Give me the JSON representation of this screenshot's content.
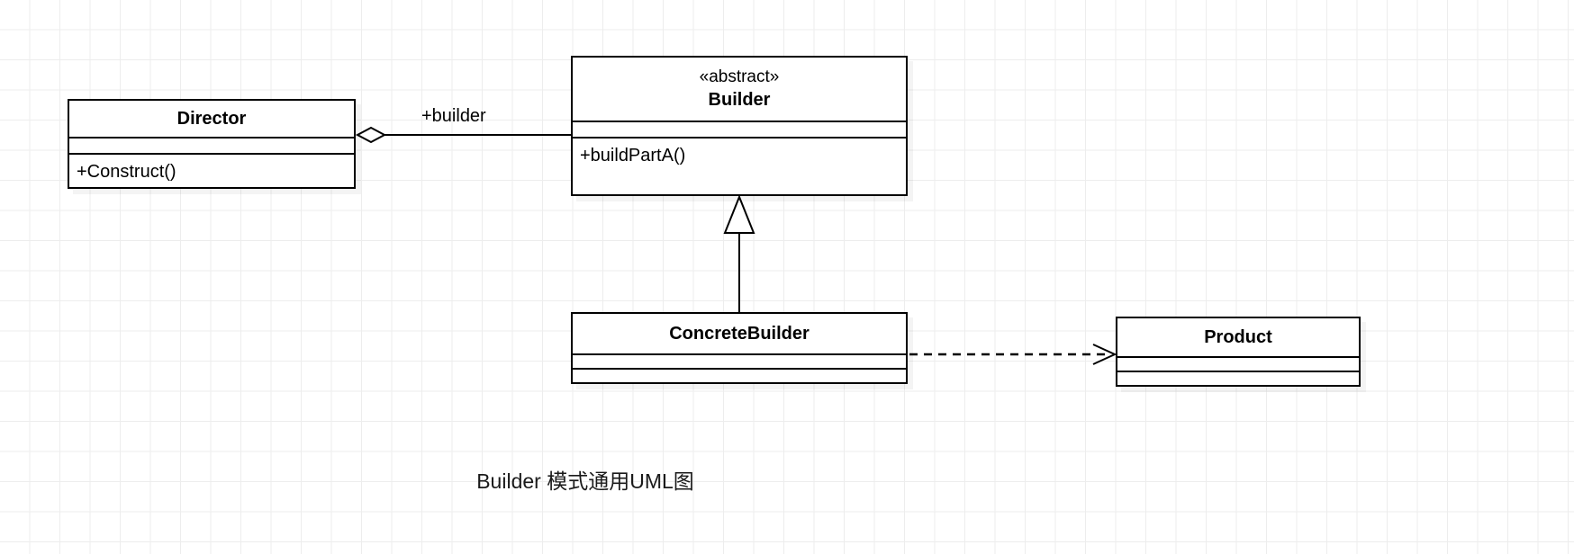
{
  "diagram": {
    "title": "Builder 模式通用UML图",
    "type": "uml-class-diagram",
    "background": "#ffffff",
    "grid_color": "#ededed",
    "line_color": "#000000"
  },
  "classes": {
    "director": {
      "name": "Director",
      "stereotype": "",
      "attributes": [],
      "operations": [
        "+Construct()"
      ]
    },
    "builder": {
      "name": "Builder",
      "stereotype": "«abstract»",
      "attributes": [],
      "operations": [
        "+buildPartA()"
      ]
    },
    "concrete_builder": {
      "name": "ConcreteBuilder",
      "stereotype": "",
      "attributes": [],
      "operations": []
    },
    "product": {
      "name": "Product",
      "stereotype": "",
      "attributes": [],
      "operations": []
    }
  },
  "relations": {
    "aggregation": {
      "kind": "aggregation",
      "from": "Director",
      "to": "Builder",
      "label": "+builder",
      "decoration": "hollow-diamond"
    },
    "generalization": {
      "kind": "generalization",
      "from": "ConcreteBuilder",
      "to": "Builder",
      "label": "",
      "decoration": "hollow-triangle"
    },
    "dependency": {
      "kind": "dependency",
      "from": "ConcreteBuilder",
      "to": "Product",
      "label": "",
      "decoration": "open-arrow",
      "style": "dashed"
    }
  },
  "caption": {
    "text": "Builder 模式通用UML图"
  }
}
